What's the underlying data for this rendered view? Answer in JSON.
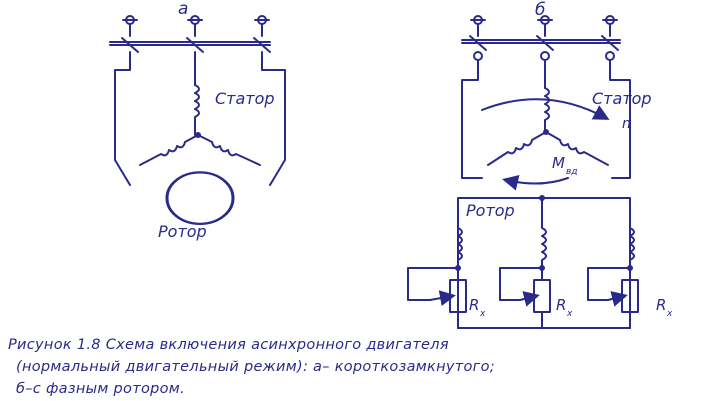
{
  "diagram": {
    "label_a": "а",
    "label_b": "б",
    "stator_a": "Статор",
    "rotor_a": "Ротор",
    "stator_b": "Статор",
    "speed_n": "n",
    "torque_m": "М",
    "torque_sub": "вд",
    "rotor_b": "Ротор",
    "rx_symbol": "R",
    "rx_sub": "x"
  },
  "caption": {
    "line1": "Рисунок 1.8 Схема включения асинхронного двигателя",
    "line2": "(нормальный двигательный режим): а– короткозамкнутого;",
    "line3": "б–с фазным ротором."
  }
}
